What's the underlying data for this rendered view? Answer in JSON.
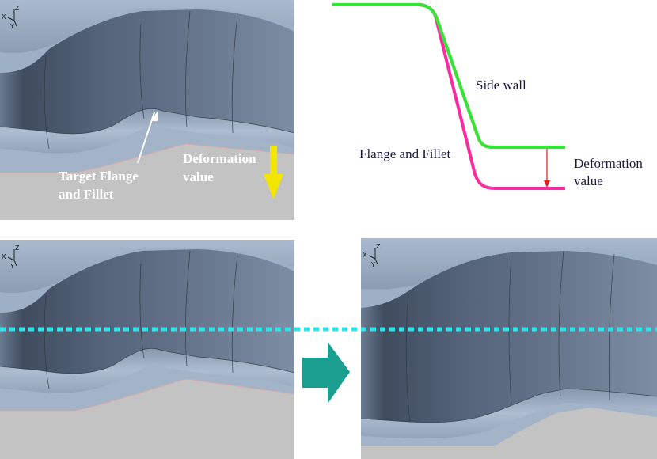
{
  "labels": {
    "target_flange_fillet": [
      "Target Flange",
      "and Fillet"
    ],
    "deformation_value_bold": [
      "Deformation",
      "value"
    ],
    "side_wall": "Side wall",
    "flange_and_fillet": "Flange and Fillet",
    "deformation_value": [
      "Deformation",
      "value"
    ]
  },
  "axis": {
    "x": "X",
    "y": "Y",
    "z": "Z"
  },
  "colors": {
    "part_surface": "#9eb0c6",
    "side_wall_dark": "#4f5e73",
    "ground": "#c2c2c2",
    "side_wall_line": "#33e633",
    "flange_line": "#ff2aa0",
    "deformation_arrow": "#e02020",
    "yellow_arrow": "#f2e600",
    "section_line": "#33e0ea",
    "transition_arrow": "#199e90"
  }
}
